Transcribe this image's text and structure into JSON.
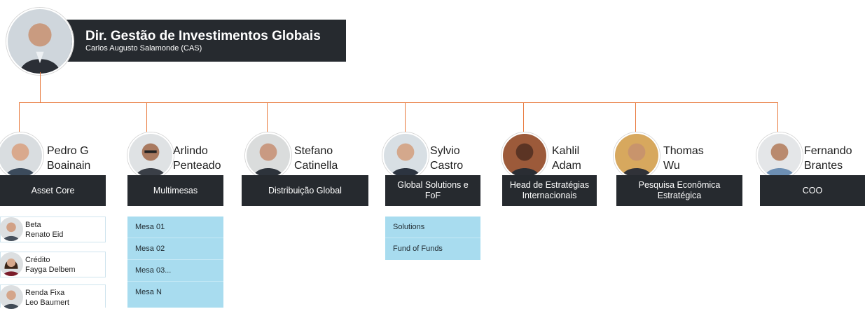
{
  "header": {
    "title": "Dir. Gestão de Investimentos Globais",
    "subtitle": "Carlos Augusto Salamonde (CAS)"
  },
  "people": [
    {
      "name": "Pedro G\nBoainain",
      "unit": "Asset Core"
    },
    {
      "name": "Arlindo\nPenteado",
      "unit": "Multimesas"
    },
    {
      "name": "Stefano\nCatinella",
      "unit": "Distribuição Global"
    },
    {
      "name": "Sylvio\nCastro",
      "unit": "Global Solutions e\nFoF"
    },
    {
      "name": "Kahlil\nAdam",
      "unit": "Head de Estratégias\nInternacionais"
    },
    {
      "name": "Thomas\nWu",
      "unit": "Pesquisa Econômica\nEstratégica"
    },
    {
      "name": "Fernando\nBrantes",
      "unit": "COO"
    }
  ],
  "asset_core_team": [
    {
      "area": "Beta",
      "person": "Renato Eid"
    },
    {
      "area": "Crédito",
      "person": "Fayga Delbem"
    },
    {
      "area": "Renda Fixa",
      "person": "Leo Baumert"
    }
  ],
  "multimesas_items": [
    "Mesa 01",
    "Mesa 02",
    "Mesa 03...",
    "Mesa N"
  ],
  "global_solutions_items": [
    "Solutions",
    "Fund of Funds"
  ],
  "colors": {
    "dark_box": "#262a2f",
    "connector": "#e8793c",
    "light_blue": "#a8dcef"
  }
}
